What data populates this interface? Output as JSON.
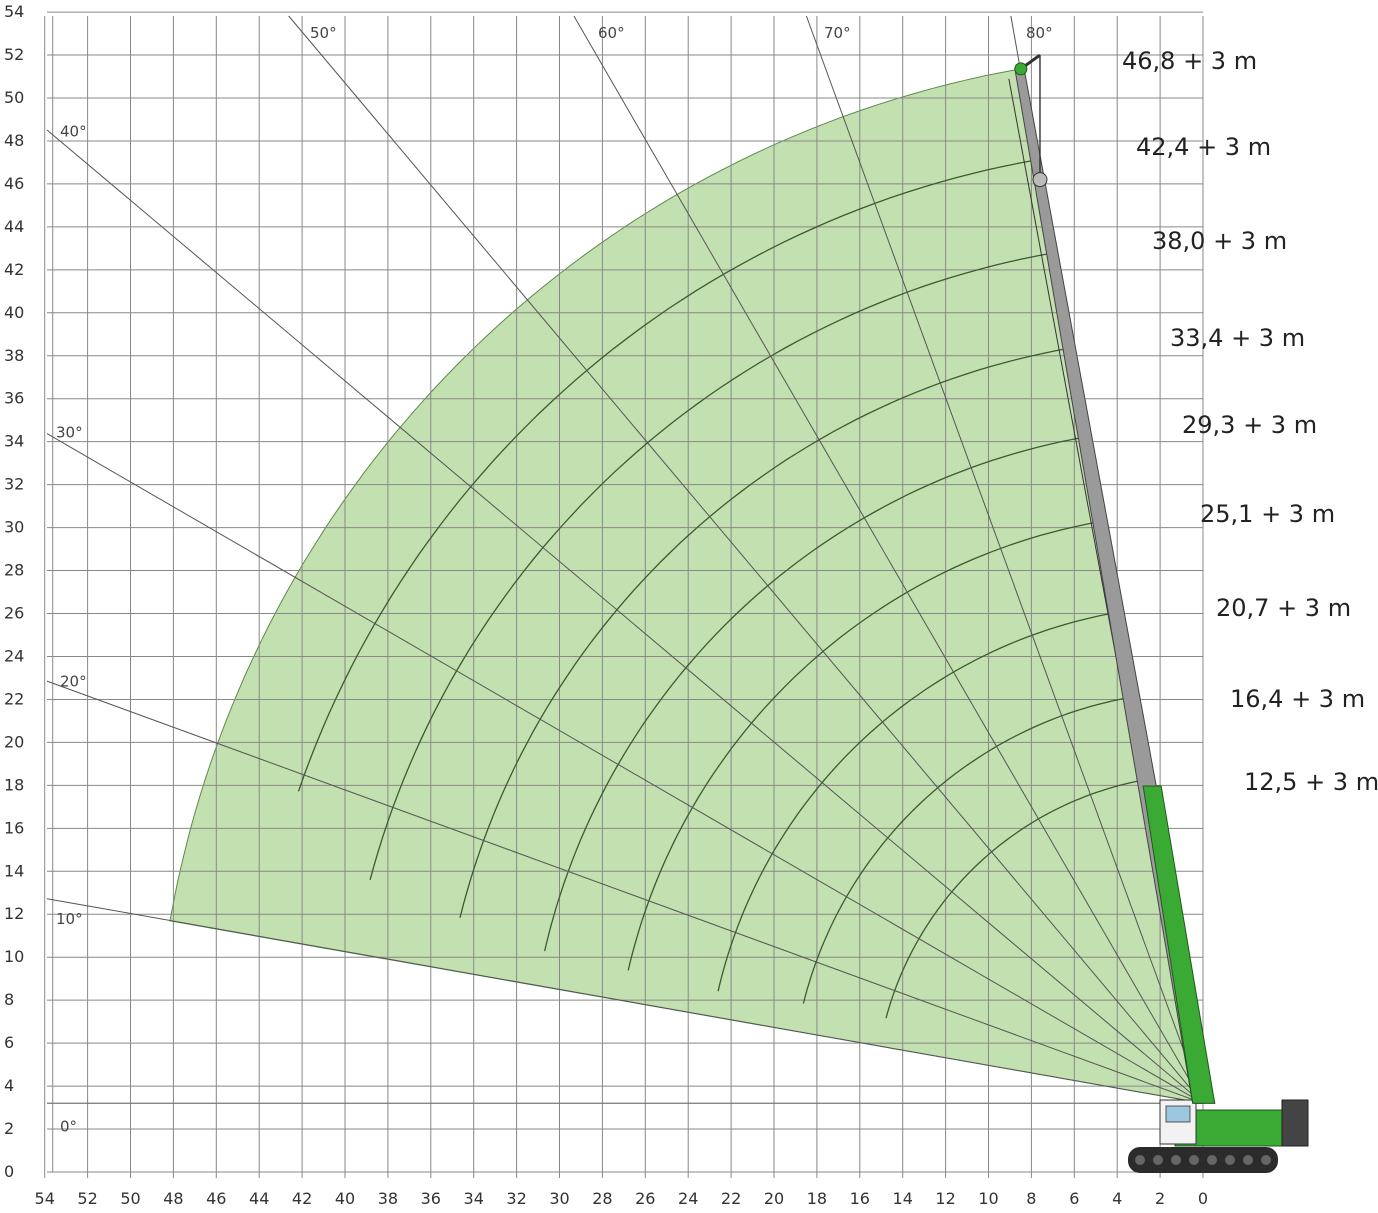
{
  "chart_data": {
    "type": "area",
    "title": "",
    "xlabel": "",
    "ylabel": "",
    "xlim": [
      54,
      0
    ],
    "ylim": [
      0,
      54
    ],
    "x_ticks": [
      "54",
      "52",
      "50",
      "48",
      "46",
      "44",
      "42",
      "40",
      "38",
      "36",
      "34",
      "32",
      "30",
      "28",
      "26",
      "24",
      "22",
      "20",
      "18",
      "16",
      "14",
      "12",
      "10",
      "8",
      "6",
      "4",
      "2",
      "0"
    ],
    "y_ticks": [
      "0",
      "2",
      "4",
      "6",
      "8",
      "10",
      "12",
      "14",
      "16",
      "18",
      "20",
      "22",
      "24",
      "26",
      "28",
      "30",
      "32",
      "34",
      "36",
      "38",
      "40",
      "42",
      "44",
      "46",
      "48",
      "50",
      "52",
      "54"
    ],
    "grid": true,
    "pivot": {
      "x": 0,
      "y": 3.2
    },
    "working_range": {
      "fill_color": "#c3e0b0",
      "max_radius": 48.9,
      "min_angle_deg": 10,
      "max_angle_deg": 80
    },
    "boom_lengths": [
      {
        "label": "46,8 + 3 m",
        "radius": 48.9,
        "arc_from_deg": 10,
        "arc_to_deg": 80
      },
      {
        "label": "42,4 + 3 m",
        "radius": 44.6,
        "arc_from_deg": 19,
        "arc_to_deg": 80
      },
      {
        "label": "38,0 + 3 m",
        "radius": 40.2,
        "arc_from_deg": 15,
        "arc_to_deg": 80
      },
      {
        "label": "33,4 + 3 m",
        "radius": 35.7,
        "arc_from_deg": 14,
        "arc_to_deg": 80
      },
      {
        "label": "29,3 + 3 m",
        "radius": 31.5,
        "arc_from_deg": 13,
        "arc_to_deg": 80
      },
      {
        "label": "25,1 + 3 m",
        "radius": 27.5,
        "arc_from_deg": 13,
        "arc_to_deg": 80
      },
      {
        "label": "20,7 + 3 m",
        "radius": 23.2,
        "arc_from_deg": 13,
        "arc_to_deg": 80
      },
      {
        "label": "16,4 + 3 m",
        "radius": 19.2,
        "arc_from_deg": 14,
        "arc_to_deg": 80
      },
      {
        "label": "12,5 + 3 m",
        "radius": 15.3,
        "arc_from_deg": 15,
        "arc_to_deg": 80
      }
    ],
    "angle_lines": [
      {
        "label": "0°",
        "angle": 0
      },
      {
        "label": "10°",
        "angle": 10
      },
      {
        "label": "20°",
        "angle": 20
      },
      {
        "label": "30°",
        "angle": 30
      },
      {
        "label": "40°",
        "angle": 40
      },
      {
        "label": "50°",
        "angle": 50
      },
      {
        "label": "60°",
        "angle": 60
      },
      {
        "label": "70°",
        "angle": 70
      },
      {
        "label": "80°",
        "angle": 80
      }
    ],
    "crane": {
      "body_color": "#3aaa35",
      "boom_color": "#9a9a9a"
    }
  }
}
